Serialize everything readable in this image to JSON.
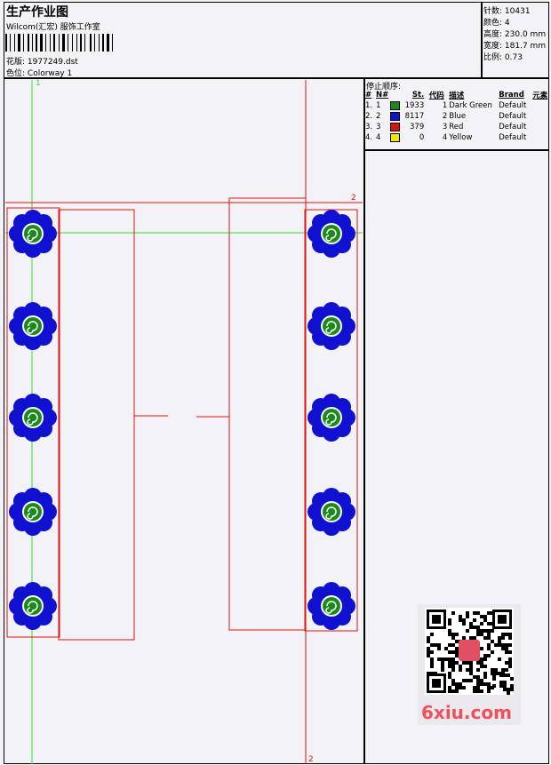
{
  "header": {
    "title": "生产作业图",
    "studio": "Wilcom(汇宏) 服饰工作室",
    "pattern_label": "花版:",
    "pattern_value": "1977249.dst",
    "color_label": "色位:",
    "color_value": "Colorway 1"
  },
  "stats": [
    {
      "label": "针数:",
      "value": "10431"
    },
    {
      "label": "颜色:",
      "value": "4"
    },
    {
      "label": "高度:",
      "value": "230.0 mm"
    },
    {
      "label": "宽度:",
      "value": "181.7 mm"
    },
    {
      "label": "比例:",
      "value": "0.73"
    }
  ],
  "stop_sequence": {
    "heading": "停止顺序:",
    "columns": [
      "#",
      "N#",
      "St.",
      "代码",
      "描述",
      "Brand",
      "元素"
    ],
    "rows": [
      {
        "index": "1.",
        "n": "1",
        "color": "#1a8a1a",
        "stitches": "1933",
        "code": "1",
        "desc": "Dark Green",
        "brand": "Default"
      },
      {
        "index": "2.",
        "n": "2",
        "color": "#1010d0",
        "stitches": "8117",
        "code": "2",
        "desc": "Blue",
        "brand": "Default"
      },
      {
        "index": "3.",
        "n": "3",
        "color": "#e01010",
        "stitches": "379",
        "code": "3",
        "desc": "Red",
        "brand": "Default"
      },
      {
        "index": "4.",
        "n": "4",
        "color": "#f5e600",
        "stitches": "0",
        "code": "4",
        "desc": "Yellow",
        "brand": "Default"
      }
    ]
  },
  "markers": {
    "m1": "1",
    "m2_top": "2",
    "m2_bottom": "2"
  },
  "colors": {
    "flower_outer": "#1010d0",
    "flower_center": "#1a8a1a",
    "guide_green": "#33dd33",
    "outline_red": "#e01010"
  },
  "watermark": {
    "brand": "6xiu.com"
  }
}
